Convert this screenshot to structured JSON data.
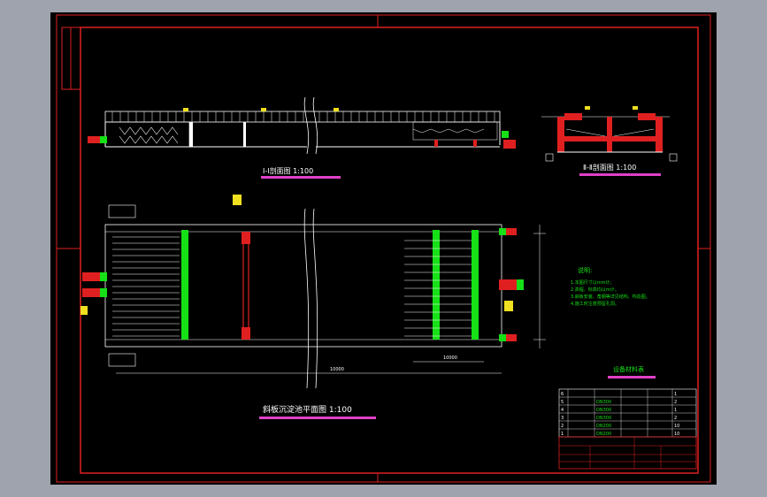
{
  "drawing": {
    "section_1_title": "Ⅰ-Ⅰ剖面图  1:100",
    "section_2_title": "Ⅱ-Ⅱ剖面图  1:100",
    "plan_title": "斜板沉淀池平面图  1:100",
    "dim_plan": "10000",
    "dim_right": "10000",
    "notes_title": "说明:",
    "notes": [
      "1.本图尺寸以mm计。",
      "2.高程、标高均以m计。",
      "3.斜板安装、角钢等详见结构、构造图。",
      "4.施工时注意预留孔洞。"
    ],
    "table_title": "设备材料表",
    "table_rows": [
      [
        "6",
        "",
        "",
        "",
        "",
        "1"
      ],
      [
        "5",
        "",
        "DN300",
        "",
        "",
        "2"
      ],
      [
        "4",
        "",
        "DN300",
        "",
        "",
        "1"
      ],
      [
        "3",
        "",
        "DN300",
        "",
        "",
        "2"
      ],
      [
        "2",
        "",
        "DN200",
        "",
        "",
        "10"
      ],
      [
        "1",
        "",
        "DN200",
        "",
        "",
        "10"
      ]
    ],
    "colors": {
      "frame": "#e02020",
      "structure": "#ffffff",
      "pipe": "#16e016",
      "valve": "#e02020",
      "accent": "#f0e020",
      "title_bar": "#e040c8"
    }
  }
}
